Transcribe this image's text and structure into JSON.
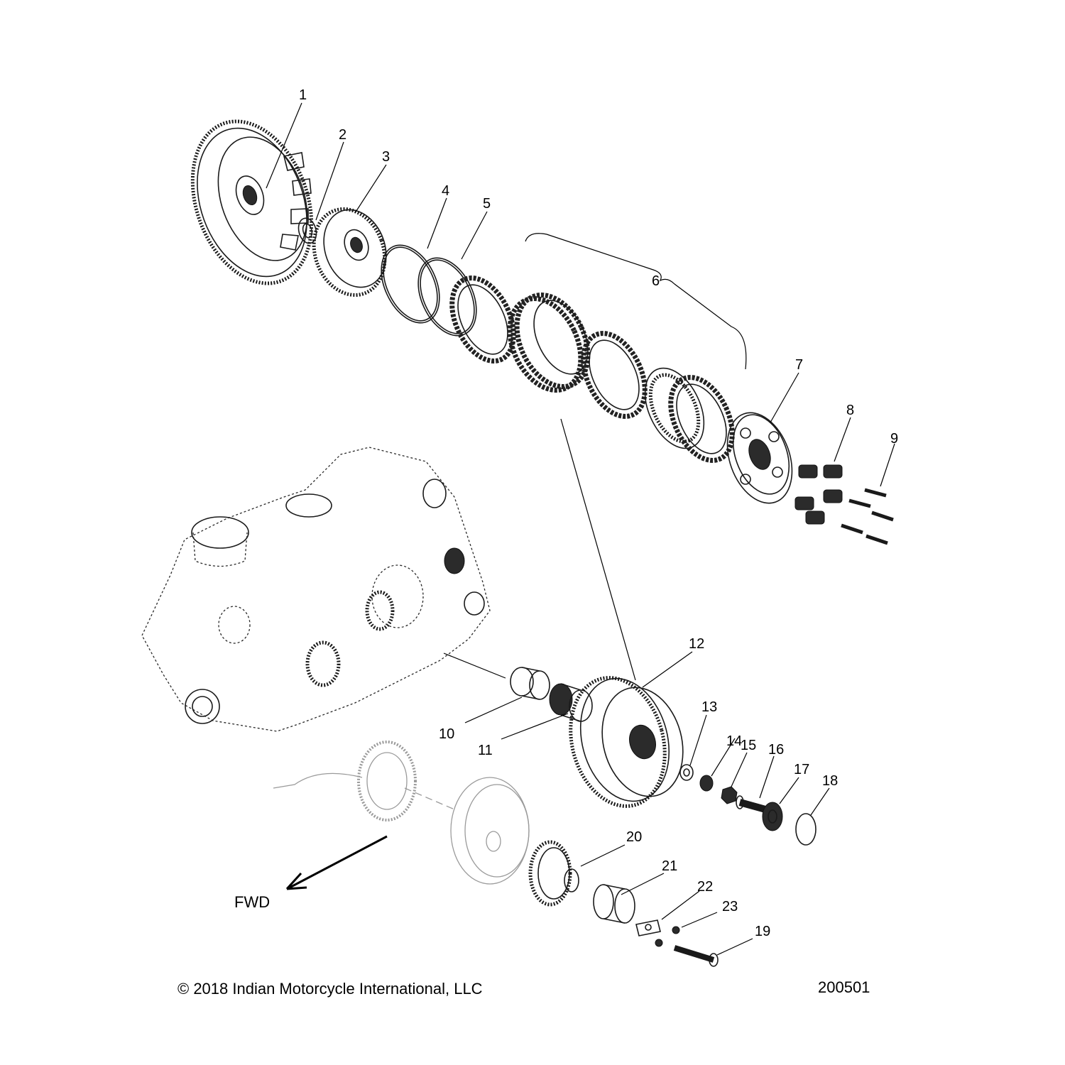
{
  "diagram": {
    "callouts": [
      "1",
      "2",
      "3",
      "4",
      "5",
      "6",
      "7",
      "8",
      "9",
      "10",
      "11",
      "12",
      "13",
      "14",
      "15",
      "16",
      "17",
      "18",
      "19",
      "20",
      "21",
      "22",
      "23"
    ],
    "direction_label": "FWD",
    "copyright": "© 2018 Indian Motorcycle International, LLC",
    "figure_number": "200501"
  },
  "colors": {
    "line": "#1a1a1a",
    "ghost": "#9a9a9a",
    "background": "#ffffff"
  }
}
